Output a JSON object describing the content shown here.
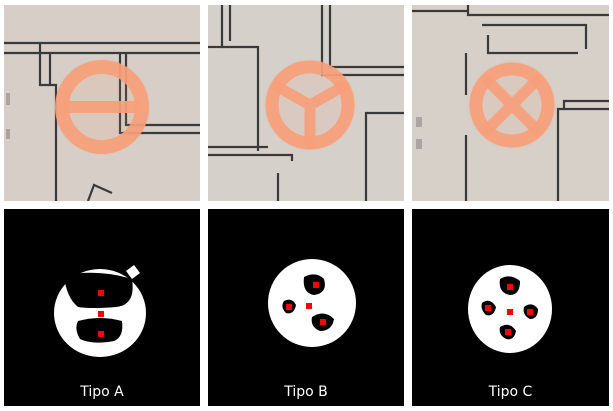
{
  "colors": {
    "paper": "#d6cfc7",
    "pencil": "#3a3a3a",
    "marker": "#f7a07a",
    "mask_background": "#000000",
    "mask_blob": "#ffffff",
    "centroid": "#ff0000"
  },
  "photos": [
    {
      "name": "photo-tipo-a",
      "symbol": "circle-with-horizontal-bar"
    },
    {
      "name": "photo-tipo-b",
      "symbol": "circle-with-y-split"
    },
    {
      "name": "photo-tipo-c",
      "symbol": "circle-with-x-split"
    }
  ],
  "masks": [
    {
      "label": "Tipo A",
      "holes": 2
    },
    {
      "label": "Tipo B",
      "holes": 3
    },
    {
      "label": "Tipo C",
      "holes": 4
    }
  ]
}
